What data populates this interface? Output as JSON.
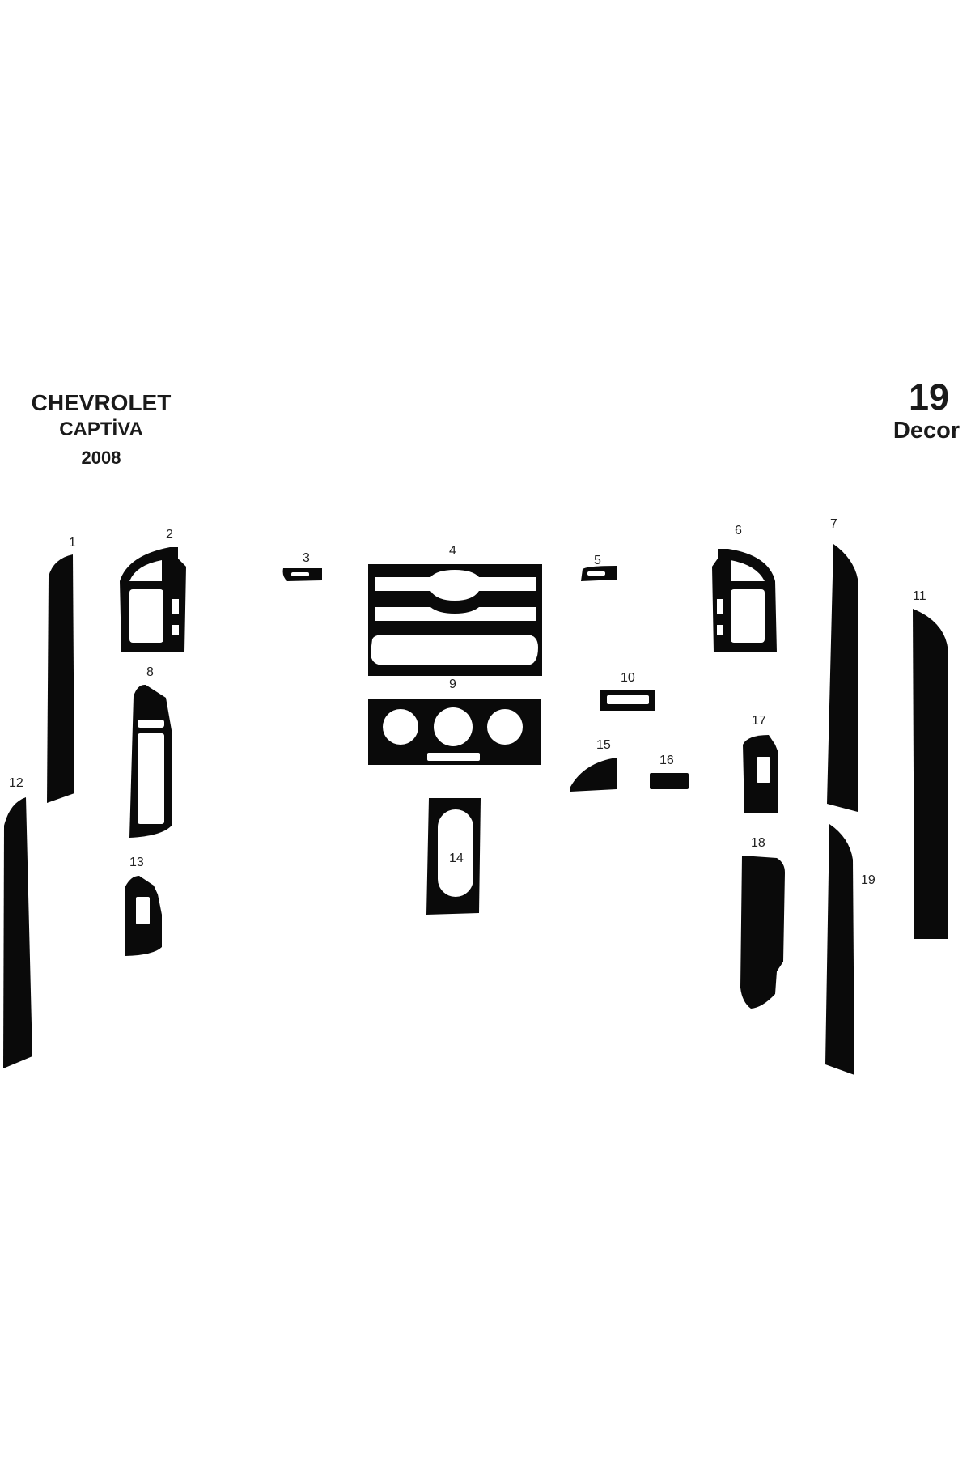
{
  "header": {
    "brand": "CHEVROLET",
    "model": "CAPTİVA",
    "year": "2008",
    "piece_count": "19",
    "product_label": "Decor"
  },
  "parts": [
    {
      "number": "1"
    },
    {
      "number": "2"
    },
    {
      "number": "3"
    },
    {
      "number": "4"
    },
    {
      "number": "5"
    },
    {
      "number": "6"
    },
    {
      "number": "7"
    },
    {
      "number": "8"
    },
    {
      "number": "9"
    },
    {
      "number": "10"
    },
    {
      "number": "11"
    },
    {
      "number": "12"
    },
    {
      "number": "13"
    },
    {
      "number": "14"
    },
    {
      "number": "15"
    },
    {
      "number": "16"
    },
    {
      "number": "17"
    },
    {
      "number": "18"
    },
    {
      "number": "19"
    }
  ],
  "colors": {
    "piece": "#0a0a0a",
    "cutout": "#ffffff",
    "text": "#1a1a1a"
  }
}
